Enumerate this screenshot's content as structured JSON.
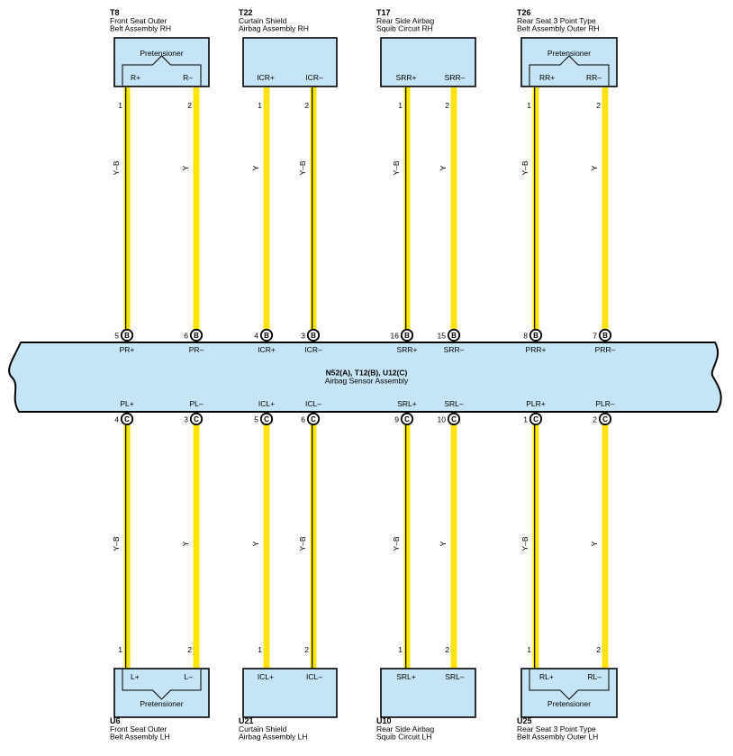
{
  "colors": {
    "component_fill": "#c5e4f5",
    "wire_yellow": "#ffe600",
    "stripe_black": "#000000",
    "outline": "#000000"
  },
  "ecu": {
    "title": "N52(A), T12(B), U12(C)",
    "name": "Airbag Sensor Assembly"
  },
  "top_components": [
    {
      "code": "T8",
      "name_lines": [
        "Front Seat Outer",
        "Belt Assembly RH"
      ],
      "sub_label": "Pretensioner",
      "pins": [
        {
          "term": "R+",
          "num": "1"
        },
        {
          "term": "R–",
          "num": "2"
        }
      ]
    },
    {
      "code": "T22",
      "name_lines": [
        "Curtain Shield",
        "Airbag Assembly RH"
      ],
      "sub_label": "",
      "pins": [
        {
          "term": "ICR+",
          "num": "1"
        },
        {
          "term": "ICR–",
          "num": "2"
        }
      ]
    },
    {
      "code": "T17",
      "name_lines": [
        "Rear Side Airbag",
        "Squib Circuit RH"
      ],
      "sub_label": "",
      "pins": [
        {
          "term": "SRR+",
          "num": "1"
        },
        {
          "term": "SRR–",
          "num": "2"
        }
      ]
    },
    {
      "code": "T26",
      "name_lines": [
        "Rear Seat 3 Point Type",
        "Belt Assembly Outer RH"
      ],
      "sub_label": "Pretensioner",
      "pins": [
        {
          "term": "RR+",
          "num": "1"
        },
        {
          "term": "RR–",
          "num": "2"
        }
      ]
    }
  ],
  "bottom_components": [
    {
      "code": "U6",
      "name_lines": [
        "Front Seat Outer",
        "Belt Assembly LH"
      ],
      "sub_label": "Pretensioner",
      "pins": [
        {
          "term": "L+",
          "num": "1"
        },
        {
          "term": "L–",
          "num": "2"
        }
      ]
    },
    {
      "code": "U21",
      "name_lines": [
        "Curtain Shield",
        "Airbag Assembly LH"
      ],
      "sub_label": "",
      "pins": [
        {
          "term": "ICL+",
          "num": "1"
        },
        {
          "term": "ICL–",
          "num": "2"
        }
      ]
    },
    {
      "code": "U10",
      "name_lines": [
        "Rear Side Airbag",
        "Squib Circuit LH"
      ],
      "sub_label": "",
      "pins": [
        {
          "term": "SRL+",
          "num": "1"
        },
        {
          "term": "SRL–",
          "num": "2"
        }
      ]
    },
    {
      "code": "U25",
      "name_lines": [
        "Rear Seat 3 Point Type",
        "Belt Assembly Outer LH"
      ],
      "sub_label": "Pretensioner",
      "pins": [
        {
          "term": "RL+",
          "num": "1"
        },
        {
          "term": "RL–",
          "num": "2"
        }
      ]
    }
  ],
  "top_wires": [
    {
      "color": "Y–B",
      "ecu_pin": "5",
      "connector": "B",
      "ecu_term": "PR+"
    },
    {
      "color": "Y",
      "ecu_pin": "6",
      "connector": "B",
      "ecu_term": "PR–"
    },
    {
      "color": "Y",
      "ecu_pin": "4",
      "connector": "B",
      "ecu_term": "ICR+"
    },
    {
      "color": "Y–B",
      "ecu_pin": "3",
      "connector": "B",
      "ecu_term": "ICR–"
    },
    {
      "color": "Y–B",
      "ecu_pin": "16",
      "connector": "B",
      "ecu_term": "SRR+"
    },
    {
      "color": "Y",
      "ecu_pin": "15",
      "connector": "B",
      "ecu_term": "SRR–"
    },
    {
      "color": "Y–B",
      "ecu_pin": "8",
      "connector": "B",
      "ecu_term": "PRR+"
    },
    {
      "color": "Y",
      "ecu_pin": "7",
      "connector": "B",
      "ecu_term": "PRR–"
    }
  ],
  "bottom_wires": [
    {
      "color": "Y–B",
      "ecu_pin": "4",
      "connector": "C",
      "ecu_term": "PL+"
    },
    {
      "color": "Y",
      "ecu_pin": "3",
      "connector": "C",
      "ecu_term": "PL–"
    },
    {
      "color": "Y",
      "ecu_pin": "5",
      "connector": "C",
      "ecu_term": "ICL+"
    },
    {
      "color": "Y–B",
      "ecu_pin": "6",
      "connector": "C",
      "ecu_term": "ICL–"
    },
    {
      "color": "Y–B",
      "ecu_pin": "9",
      "connector": "C",
      "ecu_term": "SRL+"
    },
    {
      "color": "Y",
      "ecu_pin": "10",
      "connector": "C",
      "ecu_term": "SRL–"
    },
    {
      "color": "Y–B",
      "ecu_pin": "1",
      "connector": "C",
      "ecu_term": "PLR+"
    },
    {
      "color": "Y",
      "ecu_pin": "2",
      "connector": "C",
      "ecu_term": "PLR–"
    }
  ]
}
